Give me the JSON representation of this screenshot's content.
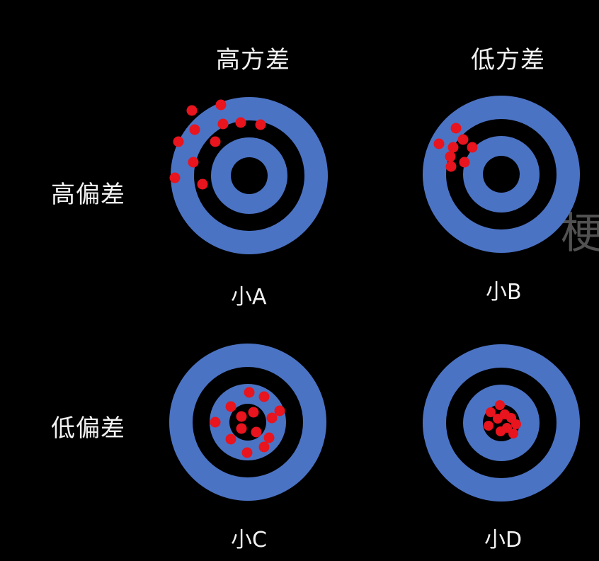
{
  "header": {
    "col_left": "高方差",
    "col_right": "低方差"
  },
  "rows": {
    "row_top": "高偏差",
    "row_bottom": "低偏差"
  },
  "captions": {
    "a": "小A",
    "b": "小B",
    "c": "小C",
    "d": "小D"
  },
  "watermark": "梗",
  "colors": {
    "background": "#000000",
    "ring": "#4b73c4",
    "dot": "#e8141e",
    "text": "#f2f2f2"
  },
  "targets": [
    {
      "id": "A",
      "caption_key": "a"
    },
    {
      "id": "B",
      "caption_key": "b"
    },
    {
      "id": "C",
      "caption_key": "c"
    },
    {
      "id": "D",
      "caption_key": "d"
    }
  ]
}
